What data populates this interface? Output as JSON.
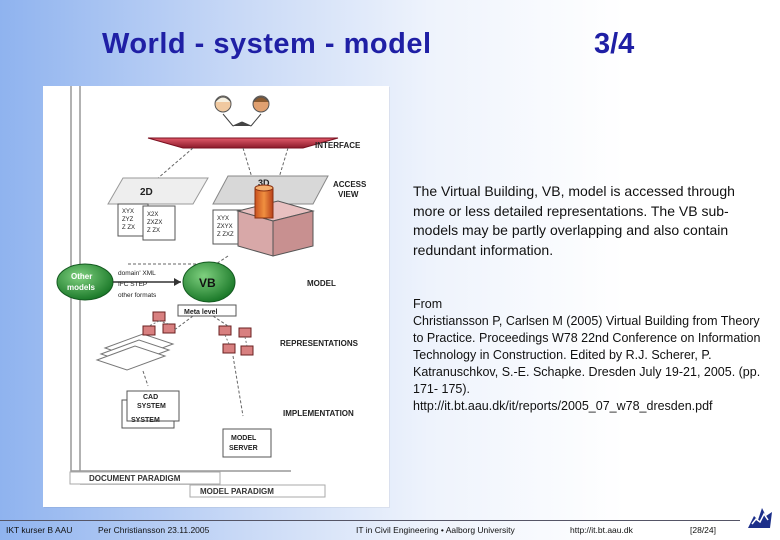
{
  "title": "World - system - model",
  "page_number": "3/4",
  "diagram": {
    "interface": "INTERFACE",
    "access_view_1": "ACCESS",
    "access_view_2": "VIEW",
    "label_2d": "2D",
    "label_3d": "3D",
    "model": "MODEL",
    "other_models_1": "Other",
    "other_models_2": "models",
    "vb": "VB",
    "formats_1": "domain' XML",
    "formats_2": "IFC STEP",
    "formats_3": "other formats",
    "meta_level": "Meta level",
    "representations": "REPRESENTATIONS",
    "cad_system_1": "CAD",
    "cad_system_2": "SYSTEM",
    "cad_system_3": "SYSTEM",
    "implementation": "IMPLEMENTATION",
    "model_server_1": "MODEL",
    "model_server_2": "SERVER",
    "document_paradigm": "DOCUMENT PARADIGM",
    "model_paradigm": "MODEL PARADIGM",
    "doc2d_lines": [
      "XYX",
      "ZYZ",
      "Z ZX"
    ],
    "doc2d_b_lines": [
      "X2X",
      "ZXZX",
      "Z ZX"
    ],
    "doc3d_lines": [
      "XYX",
      "ZXYX",
      "Z ZXZ"
    ]
  },
  "description": "The Virtual Building, VB, model is accessed through more or less detailed representations. The VB sub-models may be partly overlapping and also contain redundant information.",
  "reference": {
    "intro": "From",
    "citation": "Christiansson P, Carlsen M (2005) Virtual Building from Theory to Practice. Proceedings W78 22nd Conference on Information Technology in Construction. Edited by R.J. Scherer, P. Katranuschkov, S.-E. Schapke. Dresden July 19-21, 2005. (pp. 171- 175). http://it.bt.aau.dk/it/reports/2005_07_w78_dresden.pdf"
  },
  "footer": {
    "course": "IKT kurser B AAU",
    "author_date": "Per Christiansson 23.11.2005",
    "institution": "IT in Civil Engineering • Aalborg University",
    "url": "http://it.bt.aau.dk",
    "slide_counter": "[28/24]"
  }
}
